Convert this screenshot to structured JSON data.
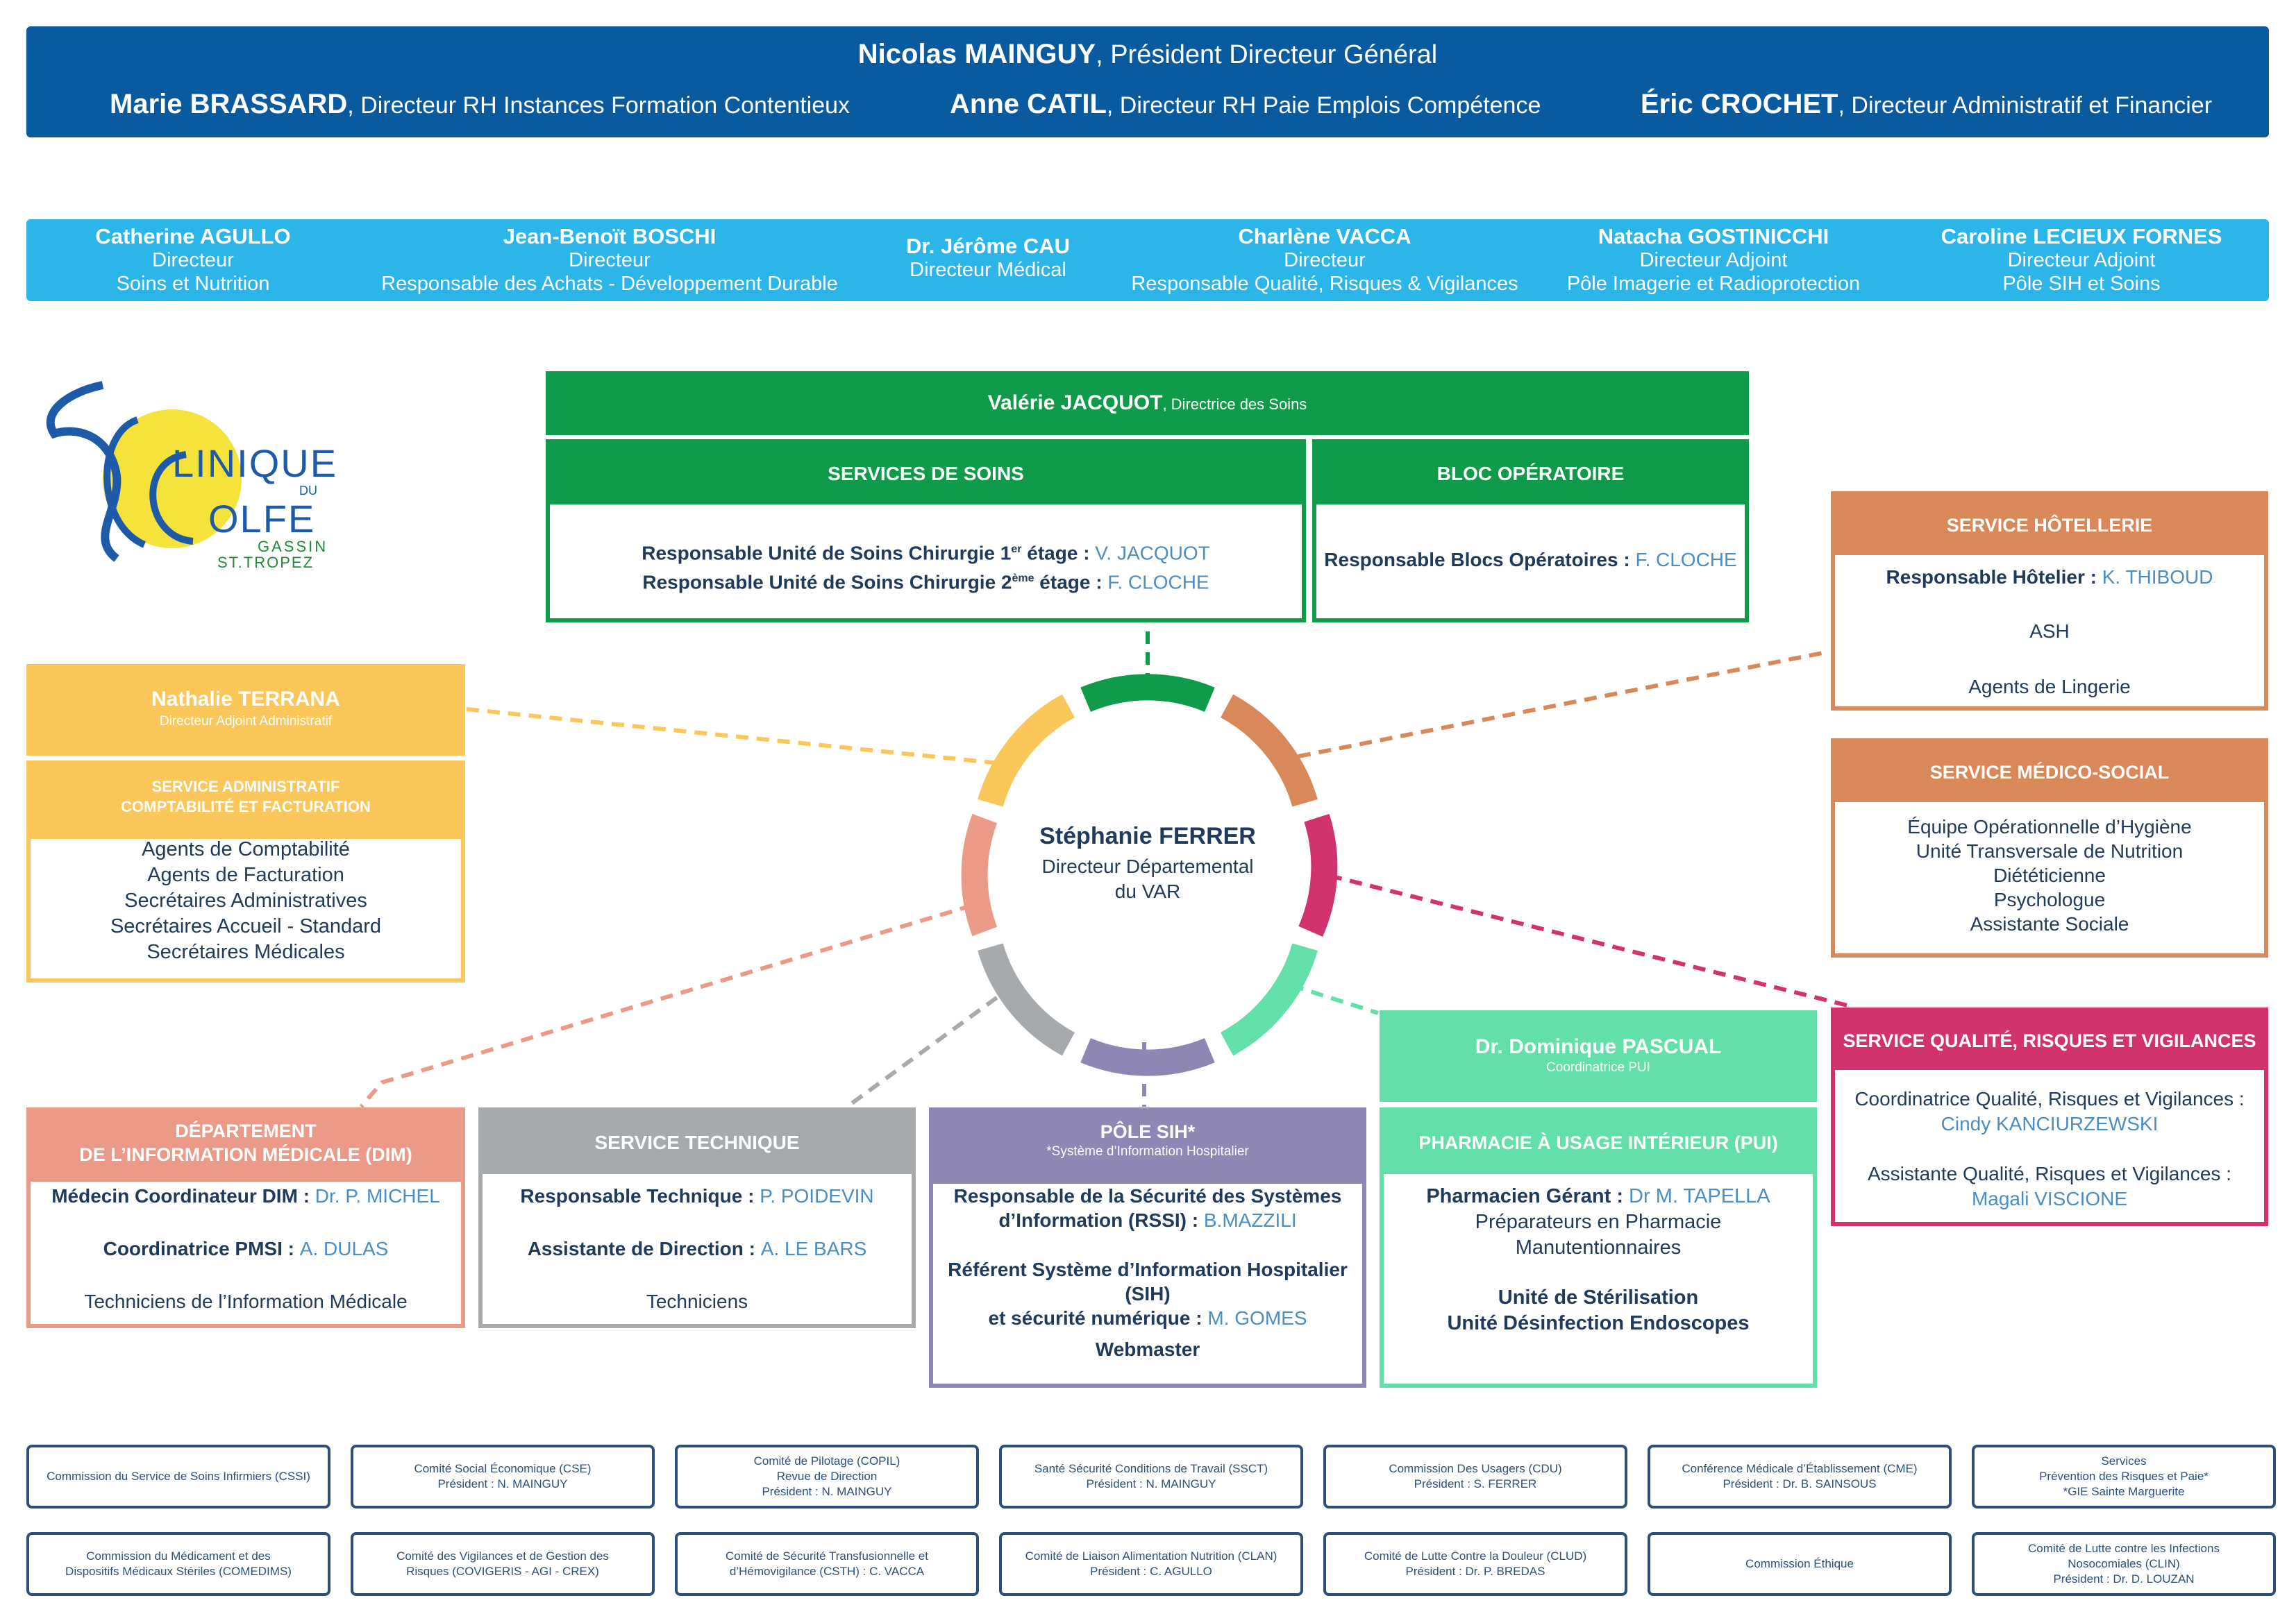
{
  "top_banner": {
    "president_name": "Nicolas MAINGUY",
    "president_role": ", Président Directeur Général",
    "directors": [
      {
        "name": "Marie BRASSARD",
        "role": ", Directeur RH Instances Formation Contentieux"
      },
      {
        "name": "Anne CATIL",
        "role": ", Directeur RH Paie Emplois Compétence"
      },
      {
        "name": "Éric CROCHET",
        "role": ", Directeur Administratif et Financier"
      }
    ]
  },
  "directors_banner": [
    {
      "name": "Catherine AGULLO",
      "line1": "Directeur",
      "line2": "Soins et Nutrition"
    },
    {
      "name": "Jean-Benoït BOSCHI",
      "line1": "Directeur",
      "line2": "Responsable des Achats - Développement Durable"
    },
    {
      "name": "Dr. Jérôme CAU",
      "line1": "Directeur Médical",
      "line2": ""
    },
    {
      "name": "Charlène VACCA",
      "line1": "Directeur",
      "line2": "Responsable Qualité, Risques & Vigilances"
    },
    {
      "name": "Natacha GOSTINICCHI",
      "line1": "Directeur Adjoint",
      "line2": "Pôle Imagerie et Radioprotection"
    },
    {
      "name": "Caroline LECIEUX FORNES",
      "line1": "Directeur Adjoint",
      "line2": "Pôle SIH et Soins"
    }
  ],
  "logo": {
    "l1": "LINIQUE",
    "l2": "DU",
    "l3": "OLFE",
    "l4": "GASSIN",
    "l5": "ST.TROPEZ"
  },
  "center": {
    "name": "Stéphanie FERRER",
    "line1": "Directeur Départemental",
    "line2": "du VAR"
  },
  "soins": {
    "head_name": "Valérie JACQUOT",
    "head_role": ", Directrice des Soins",
    "services_title": "SERVICES DE SOINS",
    "services_l1_label": "Responsable Unité de Soins Chirurgie 1",
    "services_l1_sup": "er",
    "services_l1_label2": " étage : ",
    "services_l1_name": "V. JACQUOT",
    "services_l2_label": "Responsable Unité de Soins Chirurgie 2",
    "services_l2_sup": "ème",
    "services_l2_label2": " étage : ",
    "services_l2_name": "F. CLOCHE",
    "bloc_title": "BLOC OPÉRATOIRE",
    "bloc_label": "Responsable Blocs Opératoires : ",
    "bloc_name": "F. CLOCHE"
  },
  "hotellerie": {
    "title": "SERVICE HÔTELLERIE",
    "resp_label": "Responsable Hôtelier : ",
    "resp_name": "K. THIBOUD",
    "items": [
      "ASH",
      "Agents de Lingerie"
    ]
  },
  "medico": {
    "title": "SERVICE MÉDICO-SOCIAL",
    "items": [
      "Équipe Opérationnelle d’Hygiène",
      "Unité Transversale de Nutrition",
      "Diététicienne",
      "Psychologue",
      "Assistante Sociale"
    ]
  },
  "admin": {
    "head_name": "Nathalie TERRANA",
    "head_role": "Directeur Adjoint Administratif",
    "title1": "SERVICE ADMINISTRATIF",
    "title2": "COMPTABILITÉ ET FACTURATION",
    "items": [
      "Agents de Comptabilité",
      "Agents de Facturation",
      "Secrétaires Administratives",
      "Secrétaires Accueil - Standard",
      "Secrétaires Médicales"
    ]
  },
  "qualite": {
    "title": "SERVICE QUALITÉ, RISQUES ET VIGILANCES",
    "r1_label": "Coordinatrice Qualité, Risques et Vigilances :",
    "r1_name": "Cindy KANCIURZEWSKI",
    "r2_label": "Assistante Qualité, Risques et Vigilances :",
    "r2_name": "Magali VISCIONE"
  },
  "dim": {
    "title1": "DÉPARTEMENT",
    "title2": "DE L’INFORMATION MÉDICALE (DIM)",
    "r1_label": "Médecin Coordinateur DIM : ",
    "r1_name": "Dr. P. MICHEL",
    "r2_label": "Coordinatrice PMSI : ",
    "r2_name": "A. DULAS",
    "r3": "Techniciens de l’Information Médicale"
  },
  "technique": {
    "title": "SERVICE TECHNIQUE",
    "r1_label": "Responsable Technique : ",
    "r1_name": "P. POIDEVIN",
    "r2_label": "Assistante de Direction : ",
    "r2_name": "A. LE BARS",
    "r3": "Techniciens"
  },
  "sih": {
    "title": "PÔLE SIH*",
    "subtitle": "*Système d’Information Hospitalier",
    "r1_l1": "Responsable de la Sécurité des Systèmes",
    "r1_l2": "d’Information (RSSI) : ",
    "r1_name": "B.MAZZILI",
    "r2_l1": "Référent Système d’Information Hospitalier (SIH)",
    "r2_l2": "et sécurité numérique : ",
    "r2_name": "M. GOMES",
    "r3": "Webmaster"
  },
  "pui": {
    "head_name": "Dr. Dominique PASCUAL",
    "head_role": "Coordinatrice PUI",
    "title": "PHARMACIE À USAGE INTÉRIEUR (PUI)",
    "r1_label": "Pharmacien Gérant : ",
    "r1_name": "Dr M. TAPELLA",
    "items": [
      "Préparateurs en Pharmacie",
      "Manutentionnaires"
    ],
    "b1": "Unité de Stérilisation",
    "b2": "Unité Désinfection Endoscopes"
  },
  "committees_row1": [
    [
      "Commission du Service de Soins Infirmiers (CSSI)"
    ],
    [
      "Comité Social Économique (CSE)",
      "Président : N. MAINGUY"
    ],
    [
      "Comité de Pilotage (COPIL)",
      "Revue de Direction",
      "Président : N. MAINGUY"
    ],
    [
      "Santé Sécurité Conditions de Travail (SSCT)",
      "Président : N. MAINGUY"
    ],
    [
      "Commission Des Usagers (CDU)",
      "Président : S. FERRER"
    ],
    [
      "Conférence Médicale d’Établissement (CME)",
      "Président : Dr. B. SAINSOUS"
    ],
    [
      "Services",
      "Prévention des Risques et Paie*",
      "*GIE Sainte Marguerite"
    ]
  ],
  "committees_row2": [
    [
      "Commission du Médicament et des",
      "Dispositifs Médicaux Stériles (COMEDIMS)"
    ],
    [
      "Comité des Vigilances et de Gestion des",
      "Risques (COVIGERIS - AGI - CREX)"
    ],
    [
      "Comité de Sécurité Transfusionnelle et",
      "d’Hémovigilance (CSTH) : C. VACCA"
    ],
    [
      "Comité de Liaison Alimentation Nutrition (CLAN)",
      "Président : C. AGULLO"
    ],
    [
      "Comité de Lutte Contre la Douleur (CLUD)",
      "Président : Dr. P. BREDAS"
    ],
    [
      "Commission Éthique"
    ],
    [
      "Comité de Lutte contre les Infections",
      "Nosocomiales (CLIN)",
      "Président : Dr. D. LOUZAN"
    ]
  ],
  "colors": {
    "navy": "#0a5aa0",
    "sky": "#2bb5e8",
    "green": "#0f9b4a",
    "orange": "#d9885a",
    "yellow": "#fbc65a",
    "salmon": "#ec9a88",
    "grey": "#a6aaad",
    "violet": "#8e87b6",
    "mint": "#63dfa9",
    "pink": "#d2336f"
  }
}
